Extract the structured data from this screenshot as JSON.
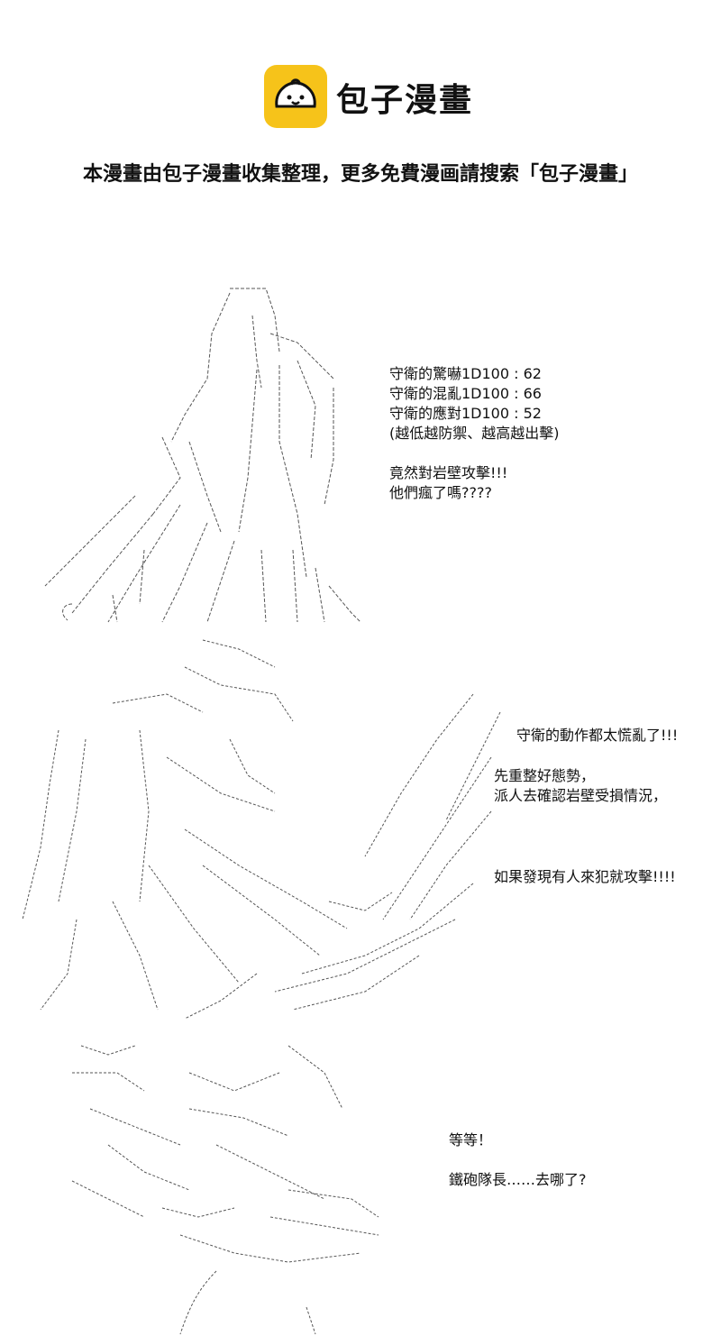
{
  "header": {
    "brand_name": "包子漫畫",
    "brand_color": "#f6c31a",
    "icon": "steamed-bun-icon",
    "notice": "本漫畫由包子漫畫收集整理，更多免費漫画請搜索「包子漫畫」"
  },
  "panels": [
    {
      "id": "panel-1",
      "art": "ascii-art-swordsman",
      "lines": [
        "守衛的驚嚇1D100 : 62",
        "守衛的混亂1D100 : 66",
        "守衛的應對1D100 : 52",
        "(越低越防禦、越高越出擊)",
        "",
        "竟然對岩壁攻擊!!!",
        "他們瘋了嗎????"
      ]
    },
    {
      "id": "panel-2",
      "art": "ascii-art-slash",
      "lines": [
        "守衛的動作都太慌亂了!!!",
        "先重整好態勢，",
        "派人去確認岩壁受損情況，",
        "如果發現有人來犯就攻擊!!!!"
      ]
    },
    {
      "id": "panel-3",
      "art": "ascii-art-soldier",
      "lines": [
        "等等！",
        "鐵砲隊長……去哪了?"
      ]
    }
  ]
}
